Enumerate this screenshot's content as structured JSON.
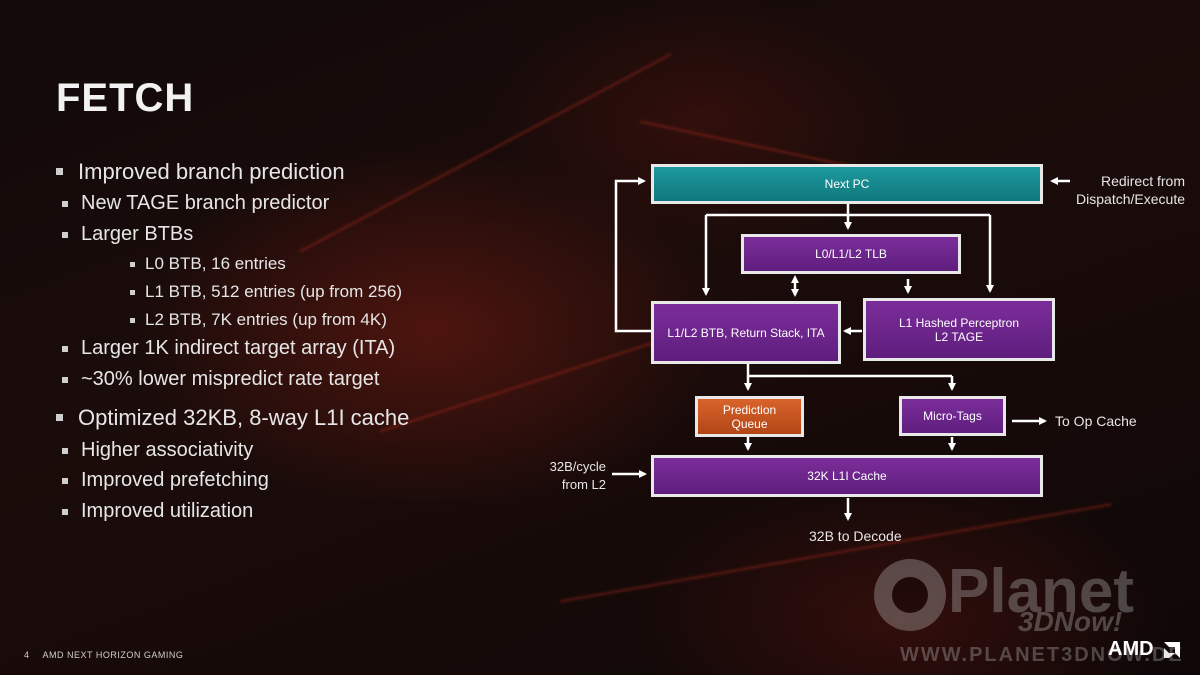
{
  "slide": {
    "title": "FETCH",
    "bullets": [
      {
        "text": "Improved branch prediction"
      },
      {
        "text": "New TAGE branch predictor"
      },
      {
        "text": "Larger BTBs"
      },
      {
        "text": "L0 BTB, 16 entries"
      },
      {
        "text": "L1 BTB, 512 entries (up from 256)"
      },
      {
        "text": "L2 BTB, 7K entries (up from 4K)"
      },
      {
        "text": "Larger 1K indirect target array (ITA)"
      },
      {
        "text": "~30% lower mispredict rate target"
      },
      {
        "text": "Optimized 32KB, 8-way L1I cache"
      },
      {
        "text": "Higher associativity"
      },
      {
        "text": "Improved prefetching"
      },
      {
        "text": "Improved utilization"
      }
    ]
  },
  "diagram": {
    "next_pc": "Next PC",
    "tlb": "L0/L1/L2 TLB",
    "btb": "L1/L2 BTB, Return Stack, ITA",
    "perceptron_line1": "L1 Hashed Perceptron",
    "perceptron_line2": "L2 TAGE",
    "prediction_line1": "Prediction",
    "prediction_line2": "Queue",
    "micro_tags": "Micro-Tags",
    "l1i_cache": "32K L1I Cache",
    "redirect_line1": "Redirect from",
    "redirect_line2": "Dispatch/Execute",
    "to_op_cache": "To Op Cache",
    "input_line1": "32B/cycle",
    "input_line2": "from L2",
    "to_decode": "32B to Decode"
  },
  "footer": {
    "page_number": "4",
    "event": "AMD NEXT HORIZON GAMING",
    "logo_text": "AMD"
  },
  "watermark": {
    "brand": "Planet",
    "sub": "3DNow!",
    "url": "WWW.PLANET3DNOW.DE"
  },
  "colors": {
    "teal": "#1d9a9f",
    "purple": "#6e2690",
    "orange": "#c8541f",
    "box_border": "#e8e8e8"
  }
}
